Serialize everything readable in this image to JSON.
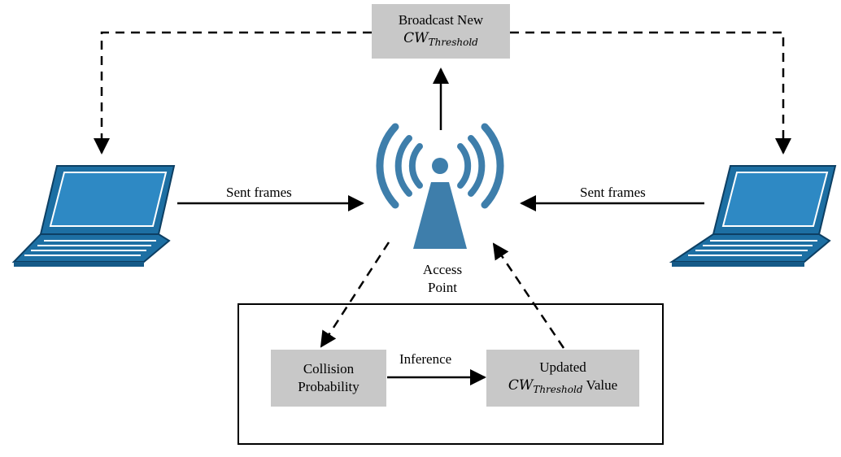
{
  "broadcast": {
    "line1": "Broadcast New",
    "math_base": "CW",
    "math_sub": "Threshold"
  },
  "left_laptop": {
    "arrow_label": "Sent frames",
    "icon": "laptop-icon"
  },
  "right_laptop": {
    "arrow_label": "Sent frames",
    "icon": "laptop-icon"
  },
  "access_point": {
    "line1": "Access",
    "line2": "Point",
    "icon": "wifi-tower-icon"
  },
  "collision": {
    "line1": "Collision",
    "line2": "Probability"
  },
  "inference_label": "Inference",
  "updated": {
    "line1": "Updated",
    "math_base": "CW",
    "math_sub": "Threshold",
    "suffix": " Value"
  },
  "colors": {
    "device_blue": "#1d6fa3",
    "box_gray": "#c8c8c8",
    "outline": "#1a1a1a"
  }
}
